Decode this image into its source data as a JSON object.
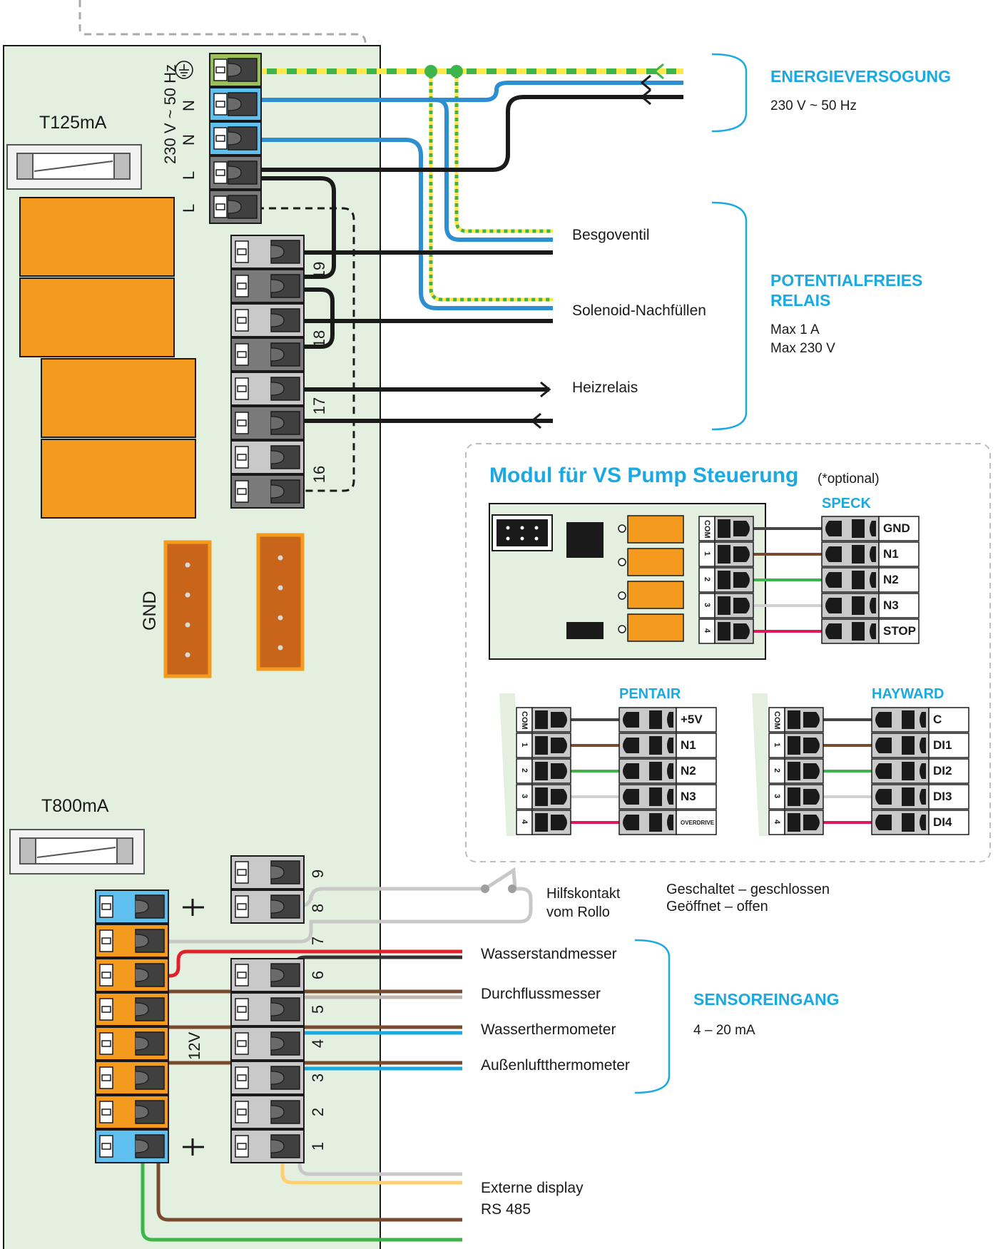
{
  "fuses": {
    "top": "T125mA",
    "bottom": "T800mA"
  },
  "power_terminal": {
    "voltage": "230 V ~ 50 Hz",
    "pins": [
      "N",
      "N",
      "L",
      "L"
    ]
  },
  "relay_numbers": [
    "19",
    "18",
    "17",
    "16"
  ],
  "gnd_label": "GND",
  "outputs": {
    "besgoventil": "Besgoventil",
    "solenoid": "Solenoid-Nachfüllen",
    "heizrelais": "Heizrelais"
  },
  "energy": {
    "heading": "ENERGIEVERSOGUNG",
    "spec": "230 V ~ 50 Hz"
  },
  "relay": {
    "heading_line1": "POTENTIALFREIES",
    "heading_line2": "RELAIS",
    "spec_line1": "Max 1 A",
    "spec_line2": "Max 230 V"
  },
  "module": {
    "title": "Modul für VS Pump Steuerung",
    "optional": "(*optional)",
    "module_pins": [
      "COM",
      "1",
      "2",
      "3",
      "4"
    ],
    "speck": {
      "name": "SPECK",
      "pins": [
        "GND",
        "N1",
        "N2",
        "N3",
        "STOP"
      ]
    },
    "pentair": {
      "name": "PENTAIR",
      "pins": [
        "+5V",
        "N1",
        "N2",
        "N3",
        "OVERDRIVE"
      ]
    },
    "hayward": {
      "name": "HAYWARD",
      "pins": [
        "C",
        "DI1",
        "DI2",
        "DI3",
        "DI4"
      ]
    }
  },
  "lower_numbers": [
    "9",
    "8",
    "7",
    "6",
    "5",
    "4",
    "3",
    "2",
    "1"
  ],
  "twelve_v": "12V",
  "aux": {
    "label_line1": "Hilfskontakt",
    "label_line2": "vom Rollo",
    "note_line1": "Geschaltet – geschlossen",
    "note_line2": "Geöffnet – offen"
  },
  "sensors": {
    "items": [
      "Wasserstandmesser",
      "Durchflussmesser",
      "Wasserthermometer",
      "Außenluftthermometer"
    ],
    "heading": "SENSOREINGANG",
    "spec": "4 – 20 mA"
  },
  "display": {
    "line1": "Externe display",
    "line2": "RS 485"
  },
  "colors": {
    "board": "#e3f0e0",
    "orange": "#f39a1f",
    "accent_blue": "#1ba9e1",
    "wire_blue": "#2c8fd1",
    "wire_brown": "#7a4a2e",
    "wire_green": "#3db54a",
    "wire_red": "#e3202a",
    "wire_pink": "#e0185a",
    "wire_gray": "#c8c8c8",
    "wire_yellow": "#ffd84d"
  }
}
